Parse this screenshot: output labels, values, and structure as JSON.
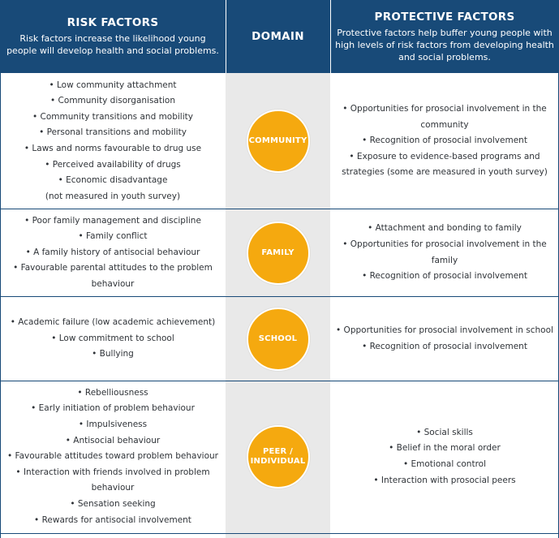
{
  "header": {
    "risk_title": "RISK FACTORS",
    "risk_desc": "Risk factors increase the likelihood young people will develop health and social problems.",
    "domain_title": "DOMAIN",
    "protective_title": "PROTECTIVE FACTORS",
    "protective_desc": "Protective factors help buffer young people with high levels of risk factors from developing health and social problems."
  },
  "colors": {
    "header_bg": "#184a78",
    "domain_circle": "#f5a90f",
    "domain_column_bg": "#e9e9e9"
  },
  "rows": [
    {
      "domain": "COMMUNITY",
      "risk": [
        "• Low community attachment",
        "• Community disorganisation",
        "• Community transitions and mobility",
        "• Personal transitions and mobility",
        "• Laws and norms favourable to drug use",
        "• Perceived availability of drugs",
        "• Economic disadvantage",
        "(not measured in youth survey)"
      ],
      "protective": [
        "• Opportunities for prosocial involvement in the",
        "community",
        "• Recognition of prosocial involvement",
        "• Exposure to evidence-based programs and",
        "strategies (some are measured in youth survey)"
      ]
    },
    {
      "domain": "FAMILY",
      "risk": [
        "• Poor family management and discipline",
        "• Family conflict",
        "• A family history of antisocial behaviour",
        "• Favourable parental attitudes to the problem",
        "behaviour"
      ],
      "protective": [
        "• Attachment and bonding to family",
        "• Opportunities for prosocial involvement in the",
        "family",
        "• Recognition of prosocial involvement"
      ]
    },
    {
      "domain": "SCHOOL",
      "risk": [
        "• Academic failure (low academic achievement)",
        "• Low commitment to school",
        "• Bullying"
      ],
      "protective": [
        "• Opportunities for prosocial involvement in school",
        "• Recognition of prosocial involvement"
      ]
    },
    {
      "domain_line1": "PEER /",
      "domain_line2": "INDIVIDUAL",
      "risk": [
        "• Rebelliousness",
        "• Early initiation of problem behaviour",
        "• Impulsiveness",
        "• Antisocial behaviour",
        "• Favourable attitudes toward problem behaviour",
        "• Interaction with friends involved in problem",
        "behaviour",
        "• Sensation seeking",
        "• Rewards for antisocial involvement"
      ],
      "protective": [
        "• Social skills",
        "• Belief in the moral order",
        "• Emotional control",
        "• Interaction with prosocial peers"
      ]
    }
  ]
}
